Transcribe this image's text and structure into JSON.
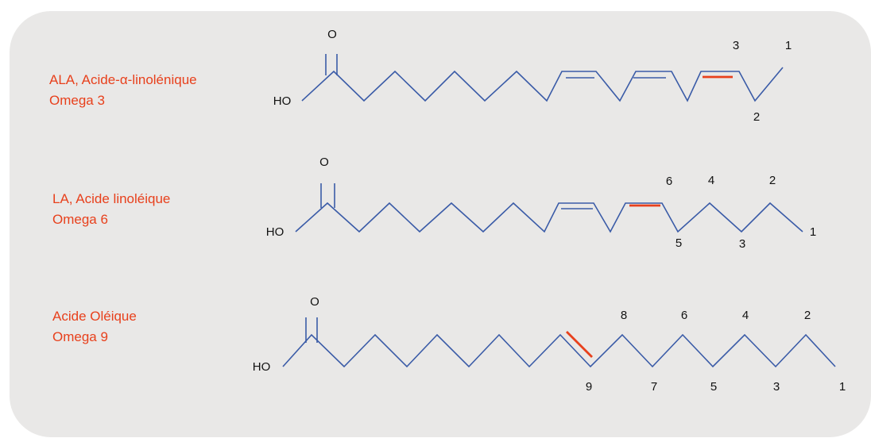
{
  "colors": {
    "panel": "#e9e8e7",
    "bond": "#3a5ba7",
    "highlight": "#e8401c",
    "label": "#e8401c",
    "text": "#111111"
  },
  "molecules": [
    {
      "id": "ala",
      "name": "ALA, Acide-α-linolénique",
      "family": "Omega 3",
      "oxygen_label": "O",
      "hydroxyl_label": "HO",
      "numbers": [
        "3",
        "1",
        "2"
      ]
    },
    {
      "id": "la",
      "name": "LA, Acide linoléique",
      "family": "Omega 6",
      "oxygen_label": "O",
      "hydroxyl_label": "HO",
      "numbers": [
        "6",
        "4",
        "2",
        "5",
        "3",
        "1"
      ]
    },
    {
      "id": "oleic",
      "name": "Acide Oléique",
      "family": "Omega 9",
      "oxygen_label": "O",
      "hydroxyl_label": "HO",
      "numbers": [
        "8",
        "6",
        "4",
        "2",
        "9",
        "7",
        "5",
        "3",
        "1"
      ]
    }
  ]
}
